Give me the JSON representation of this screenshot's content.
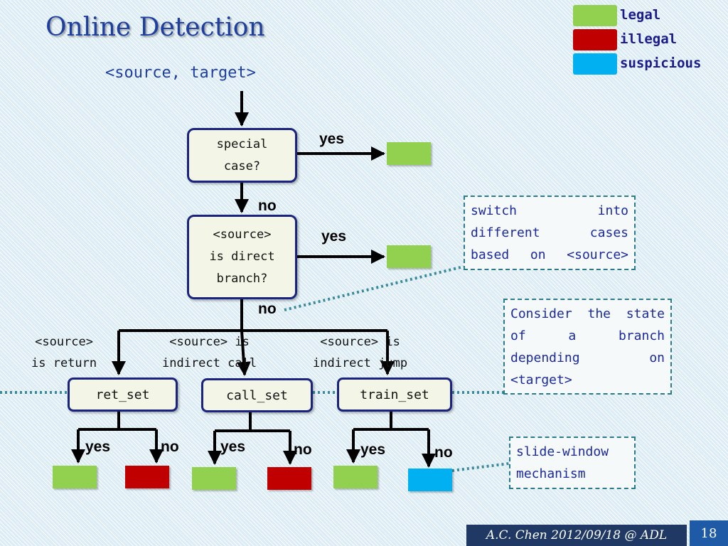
{
  "slide": {
    "title": "Online Detection",
    "subtitle": "<source, target>",
    "footer": "A.C. Chen 2012/09/18 @ ADL",
    "page_number": "18"
  },
  "legend": [
    {
      "label": "legal",
      "color": "#92d050"
    },
    {
      "label": "illegal",
      "color": "#c00000"
    },
    {
      "label": "suspicious",
      "color": "#00b0f0"
    }
  ],
  "nodes": {
    "special_case": "special\ncase?",
    "direct_branch": "<source>\nis direct\nbranch?",
    "ret_set": "ret_set",
    "call_set": "call_set",
    "train_set": "train_set"
  },
  "cases": {
    "is_return": "<source>\nis return",
    "indirect_call": "<source> is\nindirect call",
    "indirect_jump": "<source> is\nindirect jump"
  },
  "labels": {
    "yes": "yes",
    "no": "no"
  },
  "notes": {
    "switch": "switch into different cases based on <source>",
    "consider": "Consider the state of a branch depending on <target>",
    "slide_window": "slide-window mechanism"
  }
}
